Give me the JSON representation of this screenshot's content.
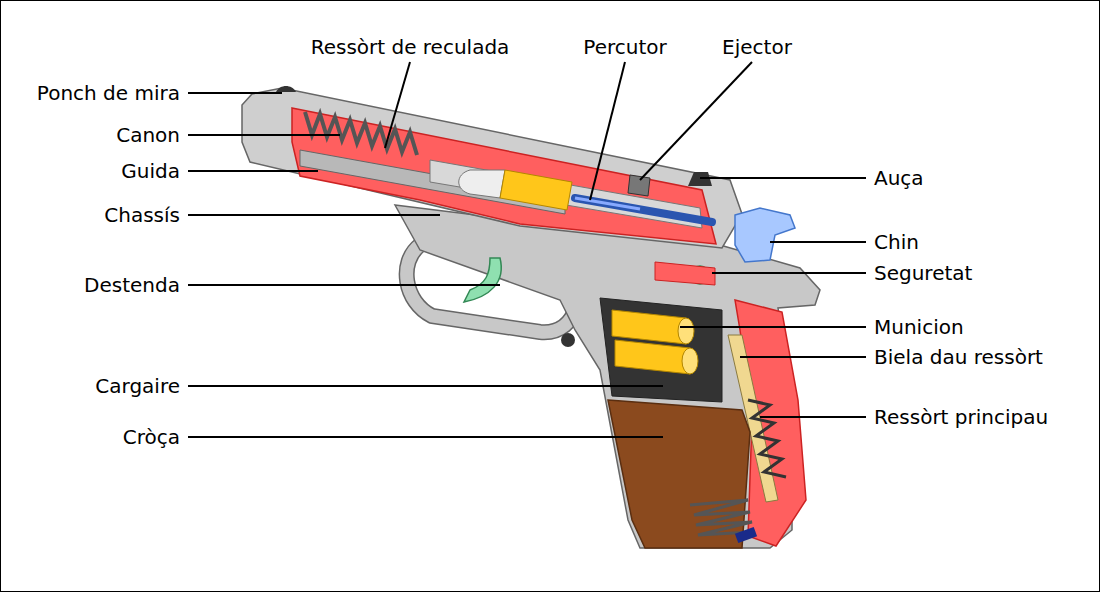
{
  "diagram": {
    "labels": [
      "Ressòrt de reculada",
      "Percutor",
      "Ejector",
      "Ponch de mira",
      "Canon",
      "Guida",
      "Chassís",
      "Destenda",
      "Cargaire",
      "Cròça",
      "Auça",
      "Chin",
      "Seguretat",
      "Municion",
      "Biela dau ressòrt",
      "Ressòrt principau"
    ]
  }
}
